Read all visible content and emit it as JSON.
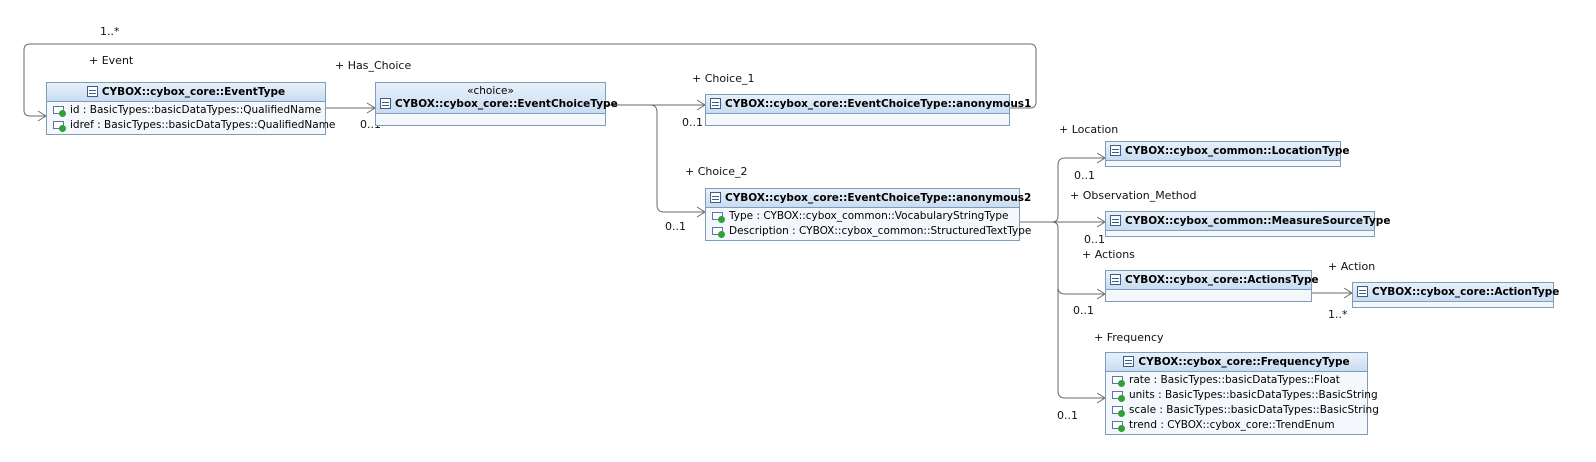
{
  "classes": {
    "event_type": {
      "name": "CYBOX::cybox_core::EventType",
      "attrs": [
        "id : BasicTypes::basicDataTypes::QualifiedName",
        "idref : BasicTypes::basicDataTypes::QualifiedName"
      ]
    },
    "event_choice_type": {
      "stereotype": "«choice»",
      "name": "CYBOX::cybox_core::EventChoiceType"
    },
    "anonymous1": {
      "name": "CYBOX::cybox_core::EventChoiceType::anonymous1"
    },
    "anonymous2": {
      "name": "CYBOX::cybox_core::EventChoiceType::anonymous2",
      "attrs": [
        "Type : CYBOX::cybox_common::VocabularyStringType",
        "Description : CYBOX::cybox_common::StructuredTextType"
      ]
    },
    "location_type": {
      "name": "CYBOX::cybox_common::LocationType"
    },
    "measure_source_type": {
      "name": "CYBOX::cybox_common::MeasureSourceType"
    },
    "actions_type": {
      "name": "CYBOX::cybox_core::ActionsType"
    },
    "action_type": {
      "name": "CYBOX::cybox_core::ActionType"
    },
    "frequency_type": {
      "name": "CYBOX::cybox_core::FrequencyType",
      "attrs": [
        "rate : BasicTypes::basicDataTypes::Float",
        "units : BasicTypes::basicDataTypes::BasicString",
        "scale : BasicTypes::basicDataTypes::BasicString",
        "trend : CYBOX::cybox_core::TrendEnum"
      ]
    }
  },
  "roles": {
    "event": "+ Event",
    "event_mult": "1..*",
    "has_choice": "+ Has_Choice",
    "has_choice_mult": "0..1",
    "choice_1": "+ Choice_1",
    "choice_1_mult": "0..1",
    "choice_2": "+ Choice_2",
    "choice_2_mult": "0..1",
    "location": "+ Location",
    "location_mult": "0..1",
    "observation_method": "+ Observation_Method",
    "observation_method_mult": "0..1",
    "actions": "+ Actions",
    "actions_mult": "0..1",
    "action": "+ Action",
    "action_mult": "1..*",
    "frequency": "+ Frequency",
    "frequency_mult": "0..1"
  }
}
